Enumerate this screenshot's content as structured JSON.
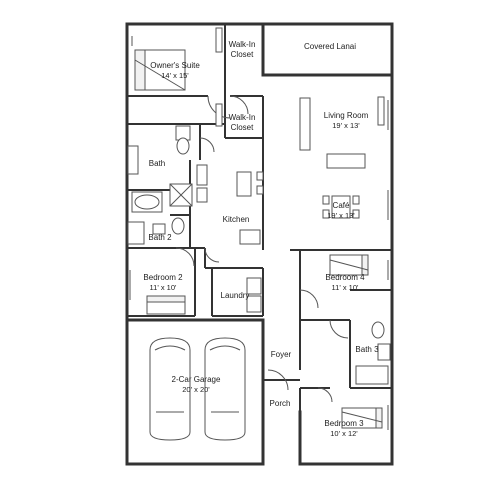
{
  "rooms": {
    "owners_suite": {
      "name": "Owner's Suite",
      "dims": "14' x 15'"
    },
    "walkin_closet_1": {
      "line1": "Walk-In",
      "line2": "Closet"
    },
    "covered_lanai": {
      "name": "Covered Lanai"
    },
    "walkin_closet_2": {
      "line1": "Walk-In",
      "line2": "Closet"
    },
    "living_room": {
      "name": "Living Room",
      "dims": "19' x 13'"
    },
    "bath": {
      "name": "Bath"
    },
    "kitchen": {
      "name": "Kitchen"
    },
    "cafe": {
      "name": "Café",
      "dims": "19' x 13'"
    },
    "bath_2": {
      "name": "Bath 2"
    },
    "bedroom_2": {
      "name": "Bedroom 2",
      "dims": "11' x 10'"
    },
    "bedroom_4": {
      "name": "Bedroom 4",
      "dims": "11' x 10'"
    },
    "laundry": {
      "name": "Laundry"
    },
    "foyer": {
      "name": "Foyer"
    },
    "bath_3": {
      "name": "Bath 3"
    },
    "garage": {
      "name": "2-Car Garage",
      "dims": "20' x 20'"
    },
    "porch": {
      "name": "Porch"
    },
    "bedroom_3": {
      "name": "Bedroom 3",
      "dims": "10' x 12'"
    }
  },
  "colors": {
    "walls": "#333333",
    "background": "#ffffff"
  }
}
